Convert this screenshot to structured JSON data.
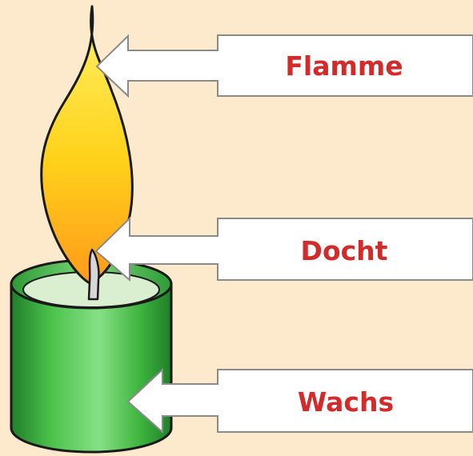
{
  "diagram": {
    "colors": {
      "background": "#fde9cc",
      "label_text": "#d32a2a",
      "outline": "#1a1a1a",
      "arrow_fill": "#ffffff",
      "arrow_stroke": "#8a8a8a",
      "flame_top": "#fff36a",
      "flame_mid": "#ffd21a",
      "flame_bottom": "#ff9a1a",
      "wax_body_light": "#86e086",
      "wax_body": "#3fb53f",
      "wax_body_dark": "#1f7f2a",
      "wax_top": "#d9efcf",
      "wick": "#d7d7d7"
    },
    "labels": [
      {
        "id": "flame",
        "text": "Flamme"
      },
      {
        "id": "wick",
        "text": "Docht"
      },
      {
        "id": "wax",
        "text": "Wachs"
      }
    ]
  }
}
